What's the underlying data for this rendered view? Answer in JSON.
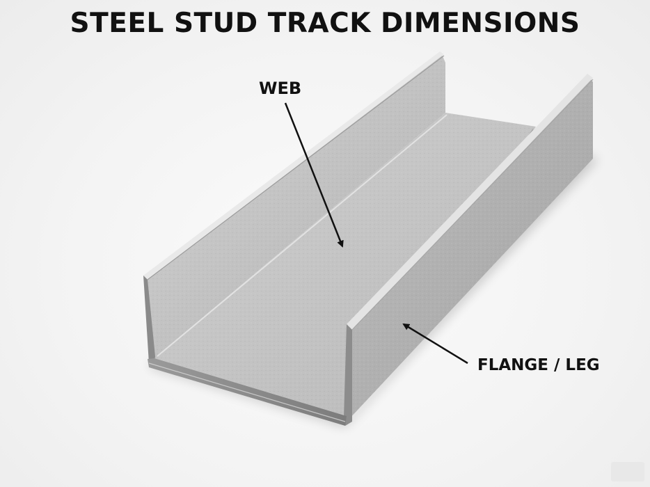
{
  "title": "STEEL STUD TRACK DIMENSIONS",
  "labels": {
    "web": "WEB",
    "flange": "FLANGE / LEG"
  },
  "colors": {
    "text": "#111111",
    "steel_light": "#dcdcdc",
    "steel_mid": "#bdbdbd",
    "steel_dark": "#8e8e8e",
    "edge": "#6f6f6f"
  }
}
